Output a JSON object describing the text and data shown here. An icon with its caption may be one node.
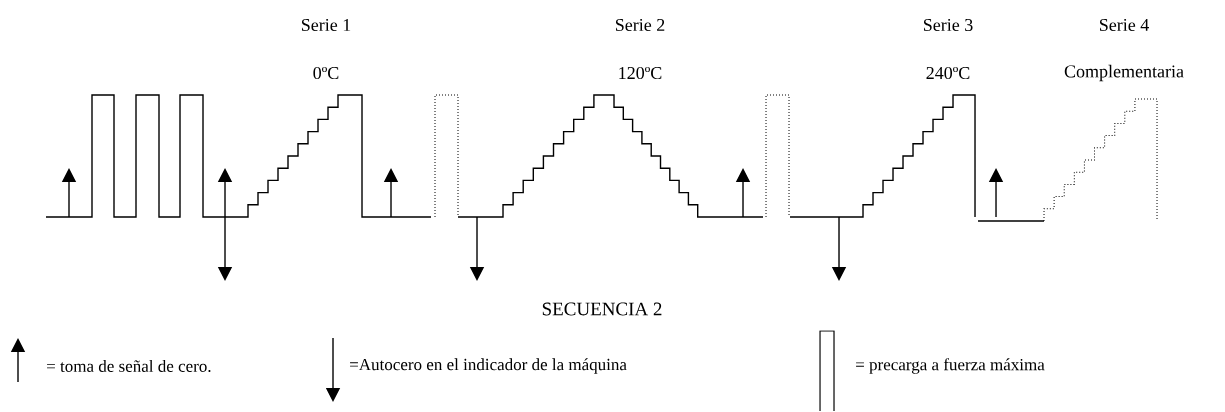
{
  "diagram": {
    "caption": "SECUENCIA 2",
    "labels": [
      "Serie 1",
      "0ºC",
      "Serie 2",
      "120ºC",
      "Serie 3",
      "240ºC",
      "Serie 4",
      "Complementaria"
    ],
    "legend": [
      {
        "text": "= toma de señal de cero."
      },
      {
        "text": "=Autocero en el indicador de la máquina"
      },
      {
        "text": "= precarga a fuerza máxima"
      }
    ]
  }
}
